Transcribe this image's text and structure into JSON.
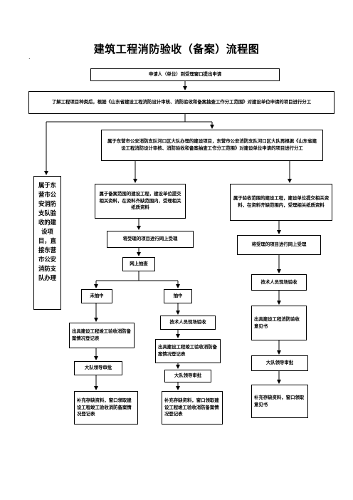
{
  "title": "建筑工程消防验收（备案）流程图",
  "mark": ".",
  "nodes": {
    "apply": "申请人（单位）到受理窗口提出申请",
    "assign": "了解工程项目种类后，根据《山东省建设工程消防设计审核、消防验收和备案抽查工作分工范围》对建设单位申请的项目进行分工",
    "hekou": "属于东营市公安消防支队河口区大队办理的建设项目，东营市公安消防支队河口区大队再根据《山东省建设工程消防设计审核、消防验收和备案抽查工作分工范围》对建设单位申请的项目进行分工",
    "city": "属于东营市公安消防支队验收的建设项目，直接东营市公安消防支队办理",
    "record_scope": "属于备案范围的建设工程，建设单位提交相关资料，在资料齐缺范围内，受理相关纸质资料",
    "accept_scope": "属于验收范围的建设工程，建设单位提交相关资料，在资料齐缺范围内，受理相关纸质资料",
    "online_submit": "将受理的项目进行网上受理",
    "online_lottery": "网上抽查",
    "not_drawn": "未抽中",
    "drawn": "抽中",
    "tech_inspect_drawn": "技术人员现场验收",
    "cert_not_drawn": "出具建设工程竣工验收消防备案情况登记表",
    "cert_drawn": "出具建设工程竣工验收消防备案情况登记表",
    "approve_not_drawn": "大队领导审批",
    "approve_drawn": "大队领导审批",
    "supp_not_drawn": "补充存缺资料，窗口领取建设工程竣工验收消防备案情况登记表",
    "supp_drawn": "补充存缺资料，窗口领取建设工程竣工验收消防备案情况登记表",
    "online_submit_right": "将受理的项目进行网上受理",
    "tech_inspect_right": "技术人员现场验收",
    "opinion": "出具建设工程消防验收意见书",
    "approve_right": "大队领导审批",
    "supp_right": "补充存缺资料，窗口领取意见书"
  }
}
